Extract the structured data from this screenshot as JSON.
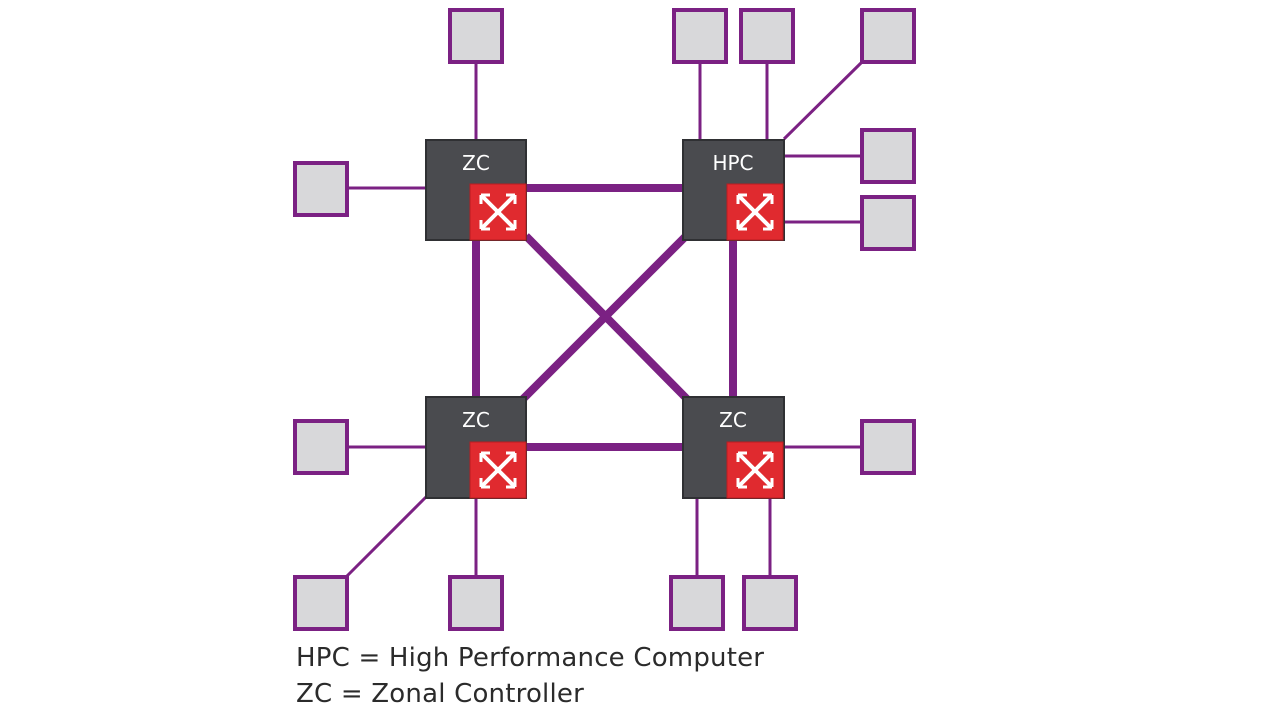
{
  "colors": {
    "link": "#7b2183",
    "controller": "#4a4b4f",
    "controller_edge": "#2f3033",
    "switch": "#e02a2f",
    "device_fill": "#d8d8da",
    "device_edge": "#7b2183"
  },
  "nodes": {
    "zc_top_left": {
      "label": "ZC",
      "icon": "switch-icon"
    },
    "hpc_top_right": {
      "label": "HPC",
      "icon": "switch-icon"
    },
    "zc_bottom_left": {
      "label": "ZC",
      "icon": "switch-icon"
    },
    "zc_bottom_right": {
      "label": "ZC",
      "icon": "switch-icon"
    }
  },
  "legend": {
    "hpc": "HPC = High Performance Computer",
    "zc": "ZC = Zonal Controller"
  }
}
